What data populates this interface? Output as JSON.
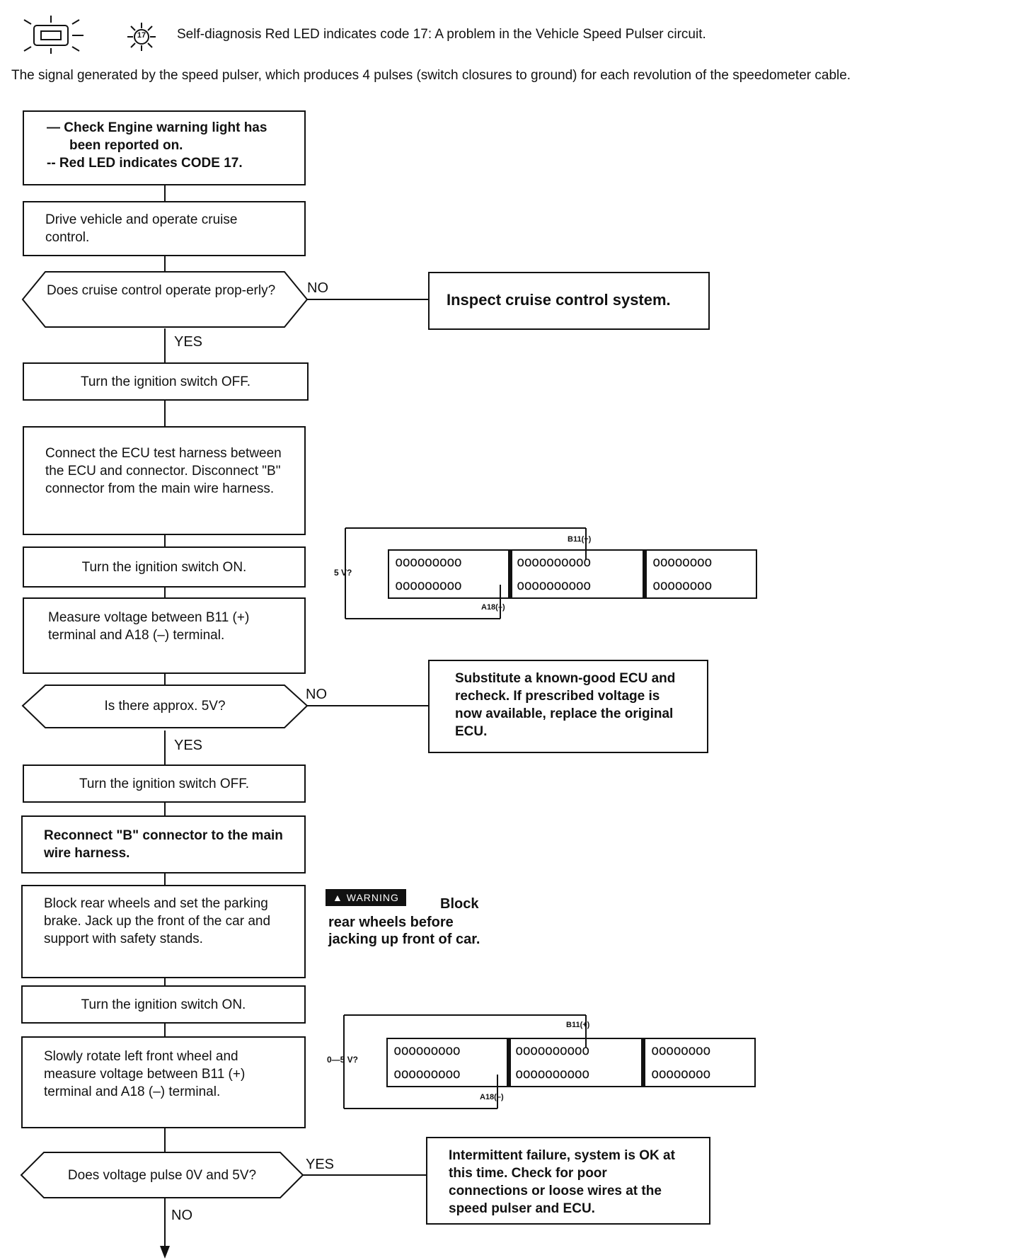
{
  "header": {
    "code_badge": "17",
    "code_icon": "check-engine-light-icon",
    "code_text": "Self-diagnosis Red LED indicates code 17: A problem in the Vehicle Speed Pulser circuit.",
    "intro": "The signal generated by the speed pulser, which produces 4 pulses (switch closures to ground) for each revolution of the speedometer cable."
  },
  "steps": {
    "s1_line1": "— Check Engine warning light has been reported on.",
    "s1_line2": "-- Red LED indicates CODE 17.",
    "s2": "Drive vehicle and operate cruise control.",
    "q1": "Does cruise control operate prop-erly?",
    "q1_no": "NO",
    "q1_yes": "YES",
    "inspect": "Inspect cruise control system.",
    "s3": "Turn the ignition switch OFF.",
    "s4": "Connect the ECU test harness between the ECU and connector. Disconnect \"B\" connector from the main wire harness.",
    "s5": "Turn the ignition switch ON.",
    "s6": "Measure voltage between B11 (+) terminal and A18 (–) terminal.",
    "q2": "Is there approx. 5V?",
    "q2_no": "NO",
    "q2_yes": "YES",
    "substitute": "Substitute a known-good ECU and recheck. If prescribed voltage is now available, replace the original ECU.",
    "s7": "Turn the ignition switch OFF.",
    "s8": "Reconnect \"B\" connector to the main wire harness.",
    "s9": "Block rear wheels and set the parking brake. Jack up the front of the car and support with safety stands.",
    "warning_badge": "WARNING",
    "warning_icon": "warning-triangle-icon",
    "warning_text_1": "Block",
    "warning_text_2": "rear wheels before",
    "warning_text_3": "jacking up front of car.",
    "s10": "Turn the ignition switch ON.",
    "s11": "Slowly rotate left front wheel and measure voltage between B11 (+) terminal and A18 (–) terminal.",
    "q3": "Does voltage pulse 0V and 5V?",
    "q3_yes": "YES",
    "q3_no": "NO",
    "intermittent": "Intermittent failure, system is OK at this time. Check for poor connections or loose wires at the speed pulser and ECU."
  },
  "connector1": {
    "top_label": "B11(+)",
    "bottom_label": "A18(–)",
    "side_label": "5 V?",
    "row1": [
      "ooooooooo",
      "oooooooooo",
      "oooooooo"
    ],
    "row2": [
      "ooooooooo",
      "oooooooooo",
      "oooooooo"
    ]
  },
  "connector2": {
    "top_label": "B11(+)",
    "bottom_label": "A18(–)",
    "side_label": "0—5 V?",
    "row1": [
      "ooooooooo",
      "oooooooooo",
      "oooooooo"
    ],
    "row2": [
      "ooooooooo",
      "oooooooooo",
      "oooooooo"
    ]
  }
}
